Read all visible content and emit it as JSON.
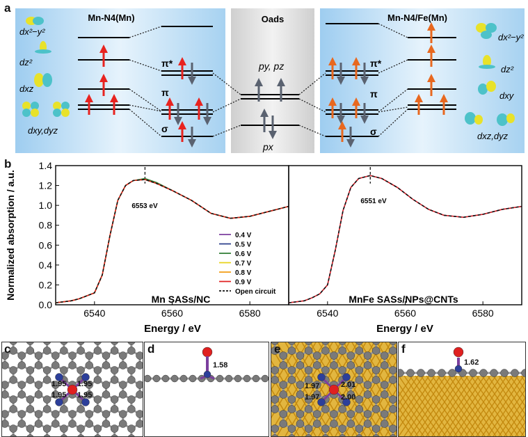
{
  "panel_labels": {
    "a": "a",
    "b": "b",
    "c": "c",
    "d": "d",
    "e": "e",
    "f": "f"
  },
  "panel_a": {
    "left_title": "Mn-N4(Mn)",
    "mid_title": "Oads",
    "right_title": "Mn-N4/Fe(Mn)",
    "left_orbitals": {
      "dx2y2": "dx²−y²",
      "dz2": "dz²",
      "dxz": "dxz",
      "dxy_dyz": "dxy,dyz"
    },
    "right_orbitals": {
      "dx2y2": "dx²−y²",
      "dz2": "dz²",
      "dxy": "dxy",
      "dxz_dyz": "dxz,dyz"
    },
    "mo_labels": {
      "pi_star": "π*",
      "pi": "π",
      "sigma": "σ"
    },
    "o_orbitals": {
      "pypz": "py, pz",
      "px": "px"
    }
  },
  "panel_b": {
    "ylabel": "Normalized absorption / a.u.",
    "xlabel": "Energy / eV",
    "left_annotation": "6553 eV",
    "right_annotation": "6551 eV",
    "left_sample": "Mn SASs/NC",
    "right_sample": "MnFe SASs/NPs@CNTs",
    "colors": {
      "0.4 V": "#7b3f9e",
      "0.5 V": "#2b3f8c",
      "0.6 V": "#2e7d32",
      "0.7 V": "#e8d21a",
      "0.8 V": "#f39c12",
      "0.9 V": "#e02020",
      "Open circuit": "#111111"
    }
  },
  "chart_data": [
    {
      "type": "line",
      "title": "Mn SASs/NC",
      "xlabel": "Energy / eV",
      "ylabel": "Normalized absorption / a.u.",
      "xlim": [
        6530,
        6590
      ],
      "ylim": [
        0.0,
        1.4
      ],
      "xticks": [
        6540,
        6560,
        6580
      ],
      "yticks": [
        0.0,
        0.2,
        0.4,
        0.6,
        0.8,
        1.0,
        1.2,
        1.4
      ],
      "legend": [
        "0.4 V",
        "0.5 V",
        "0.6 V",
        "0.7 V",
        "0.8 V",
        "0.9 V",
        "Open circuit"
      ],
      "legend_position": "center-right",
      "annotation": {
        "x": 6553,
        "label": "6553 eV"
      },
      "x": [
        6530,
        6534,
        6536,
        6538,
        6540,
        6542,
        6544,
        6546,
        6548,
        6550,
        6553,
        6556,
        6560,
        6565,
        6570,
        6575,
        6580,
        6585,
        6590
      ],
      "series": [
        {
          "name": "0.4 V",
          "values": [
            0.02,
            0.04,
            0.06,
            0.09,
            0.12,
            0.3,
            0.7,
            1.05,
            1.2,
            1.25,
            1.26,
            1.22,
            1.15,
            1.05,
            0.92,
            0.87,
            0.89,
            0.94,
            0.99
          ]
        },
        {
          "name": "0.5 V",
          "values": [
            0.02,
            0.04,
            0.06,
            0.09,
            0.12,
            0.3,
            0.7,
            1.05,
            1.2,
            1.25,
            1.26,
            1.22,
            1.15,
            1.05,
            0.92,
            0.87,
            0.89,
            0.94,
            0.99
          ]
        },
        {
          "name": "0.6 V",
          "values": [
            0.02,
            0.04,
            0.06,
            0.09,
            0.12,
            0.3,
            0.7,
            1.05,
            1.2,
            1.25,
            1.27,
            1.23,
            1.15,
            1.05,
            0.92,
            0.87,
            0.89,
            0.94,
            0.99
          ]
        },
        {
          "name": "0.7 V",
          "values": [
            0.02,
            0.04,
            0.06,
            0.09,
            0.12,
            0.3,
            0.7,
            1.05,
            1.2,
            1.25,
            1.26,
            1.22,
            1.15,
            1.05,
            0.92,
            0.87,
            0.89,
            0.94,
            0.99
          ]
        },
        {
          "name": "0.8 V",
          "values": [
            0.02,
            0.04,
            0.06,
            0.09,
            0.12,
            0.3,
            0.7,
            1.05,
            1.2,
            1.25,
            1.26,
            1.22,
            1.15,
            1.05,
            0.92,
            0.87,
            0.89,
            0.94,
            0.99
          ]
        },
        {
          "name": "0.9 V",
          "values": [
            0.02,
            0.04,
            0.06,
            0.09,
            0.12,
            0.3,
            0.7,
            1.05,
            1.2,
            1.25,
            1.26,
            1.22,
            1.15,
            1.05,
            0.92,
            0.87,
            0.89,
            0.94,
            0.99
          ]
        },
        {
          "name": "Open circuit",
          "values": [
            0.02,
            0.04,
            0.06,
            0.09,
            0.12,
            0.3,
            0.7,
            1.05,
            1.2,
            1.25,
            1.26,
            1.22,
            1.15,
            1.05,
            0.92,
            0.87,
            0.89,
            0.94,
            0.99
          ]
        }
      ]
    },
    {
      "type": "line",
      "title": "MnFe SASs/NPs@CNTs",
      "xlabel": "Energy / eV",
      "xlim": [
        6530,
        6590
      ],
      "ylim": [
        0.0,
        1.4
      ],
      "xticks": [
        6540,
        6560,
        6580
      ],
      "annotation": {
        "x": 6551,
        "label": "6551 eV"
      },
      "x": [
        6530,
        6534,
        6536,
        6538,
        6540,
        6542,
        6544,
        6546,
        6548,
        6551,
        6554,
        6558,
        6562,
        6566,
        6570,
        6575,
        6580,
        6585,
        6590
      ],
      "series": [
        {
          "name": "0.4 V",
          "values": [
            0.02,
            0.04,
            0.07,
            0.11,
            0.2,
            0.55,
            0.95,
            1.18,
            1.27,
            1.3,
            1.27,
            1.18,
            1.06,
            0.96,
            0.9,
            0.88,
            0.91,
            0.96,
            0.99
          ]
        },
        {
          "name": "0.9 V",
          "values": [
            0.02,
            0.04,
            0.07,
            0.11,
            0.2,
            0.55,
            0.95,
            1.18,
            1.27,
            1.3,
            1.27,
            1.18,
            1.06,
            0.96,
            0.9,
            0.88,
            0.91,
            0.96,
            0.99
          ]
        },
        {
          "name": "Open circuit",
          "values": [
            0.02,
            0.04,
            0.07,
            0.11,
            0.2,
            0.55,
            0.95,
            1.18,
            1.27,
            1.3,
            1.27,
            1.18,
            1.06,
            0.96,
            0.9,
            0.88,
            0.91,
            0.96,
            0.99
          ]
        }
      ]
    }
  ],
  "bond_lengths": {
    "c": [
      "1.95",
      "1.95",
      "1.95",
      "1.95"
    ],
    "d": "1.58",
    "e": [
      "1.97",
      "2.01",
      "1.97",
      "2.00"
    ],
    "f": "1.62"
  }
}
